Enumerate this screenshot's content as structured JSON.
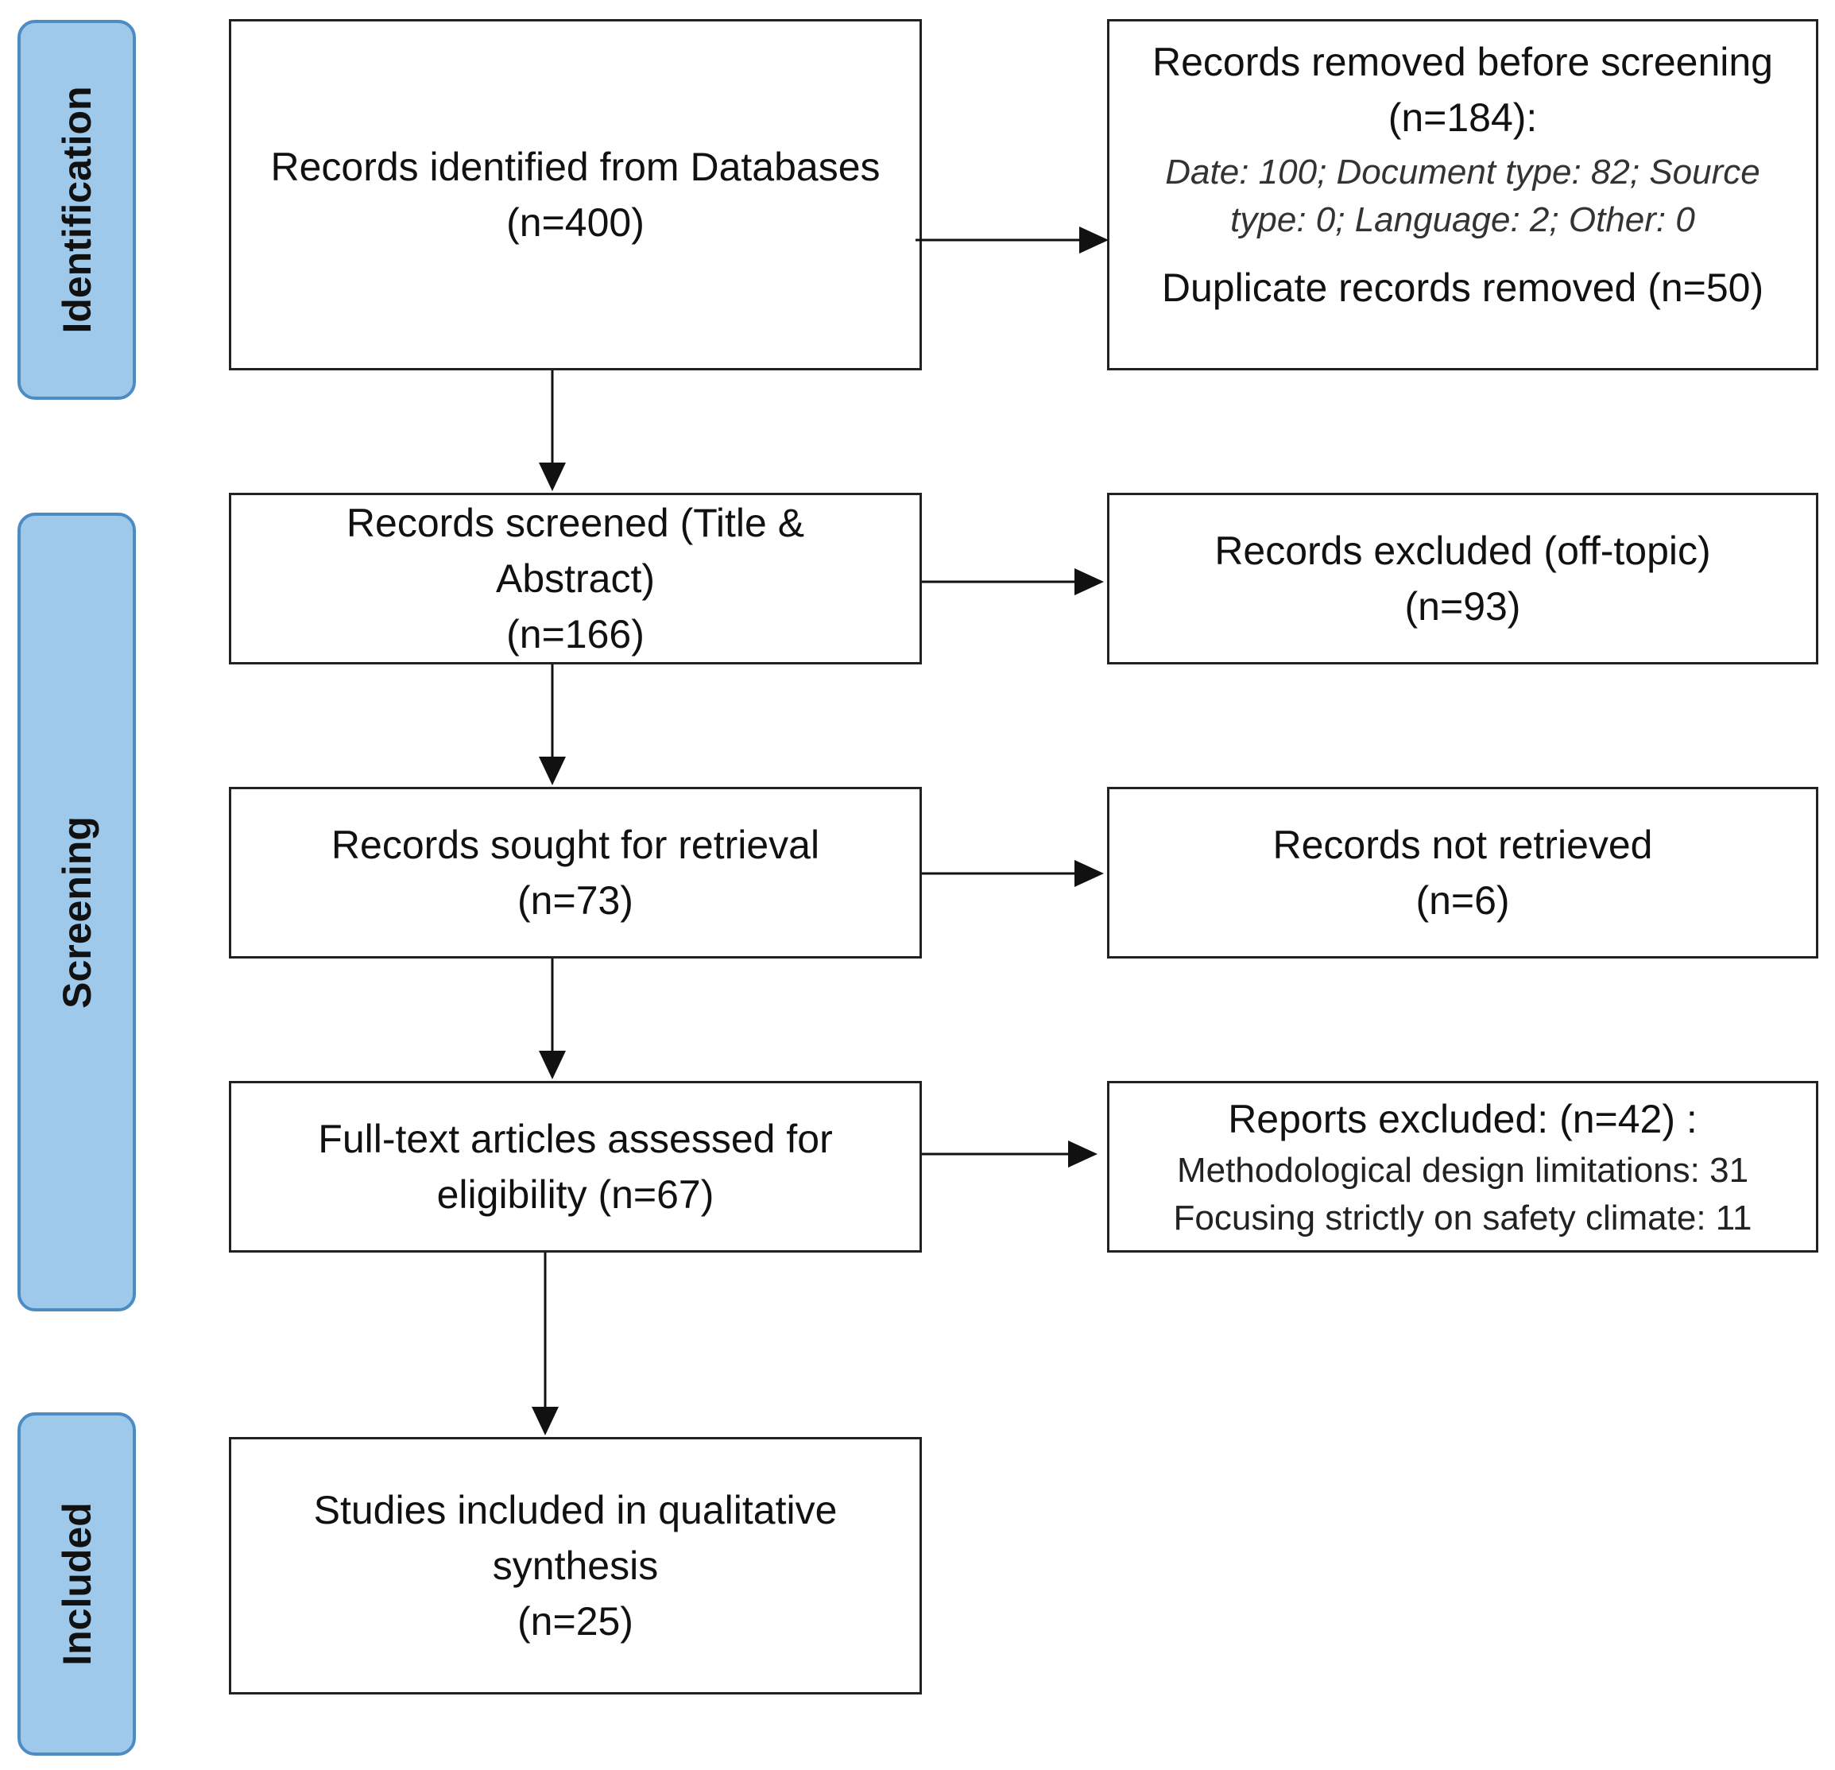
{
  "phases": {
    "identification": "Identification",
    "screening": "Screening",
    "included": "Included"
  },
  "boxes": {
    "identified": {
      "line1": "Records identified from Databases",
      "line2": "(n=400)"
    },
    "removed": {
      "line1": "Records removed before screening",
      "line2": "(n=184):",
      "detail1": "Date: 100; Document type: 82; Source",
      "detail2": "type: 0; Language: 2; Other: 0",
      "duplicates": "Duplicate records removed (n=50)"
    },
    "screened": {
      "line1": "Records screened (Title &",
      "line2": "Abstract)",
      "line3": "(n=166)"
    },
    "excluded": {
      "line1": "Records excluded (off-topic)",
      "line2": "(n=93)"
    },
    "sought": {
      "line1": "Records sought for retrieval",
      "line2": "(n=73)"
    },
    "not_retrieved": {
      "line1": "Records not retrieved",
      "line2": "(n=6)"
    },
    "assessed": {
      "line1": "Full-text articles assessed for",
      "line2": "eligibility (n=67)"
    },
    "reports_excluded": {
      "line1": "Reports excluded: (n=42) :",
      "reason1": "Methodological design limitations: 31",
      "reason2": "Focusing strictly on safety climate: 11"
    },
    "included": {
      "line1": "Studies included in qualitative",
      "line2": "synthesis",
      "line3": "(n=25)"
    }
  },
  "colors": {
    "phase_fill": "#9ec9ea",
    "phase_border": "#4d8cc2",
    "box_border": "#222222",
    "arrow": "#111111"
  }
}
